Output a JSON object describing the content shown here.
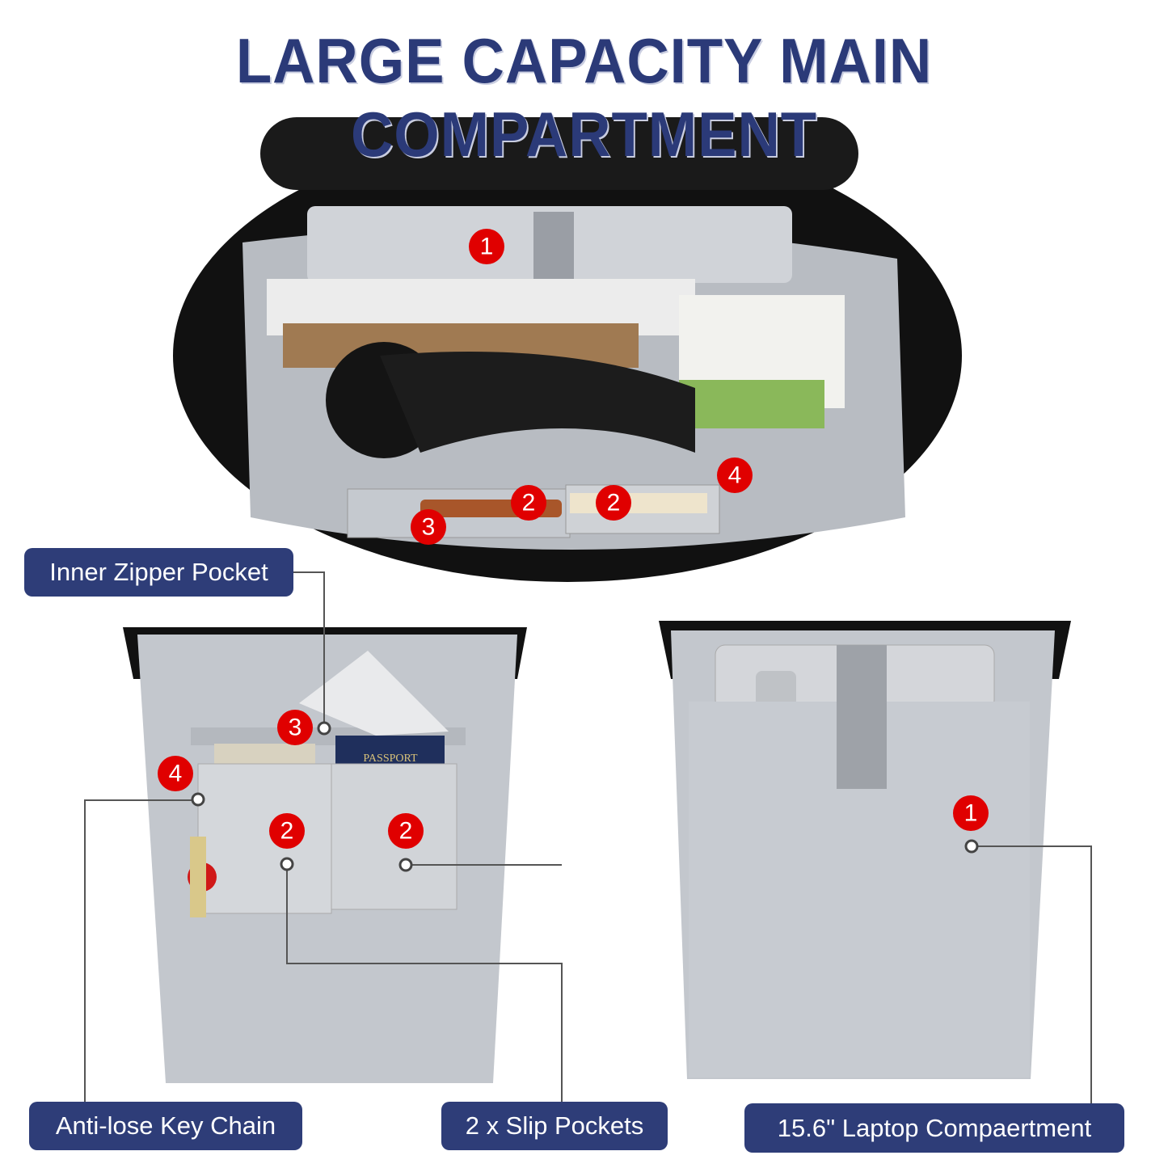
{
  "title": "LARGE CAPACITY MAIN COMPARTMENT",
  "labels": {
    "inner_zipper_pocket": "Inner Zipper Pocket",
    "key_chain": "Anti-lose Key Chain",
    "slip_pockets": "2 x Slip Pockets",
    "laptop": "15.6\"  Laptop Compaertment"
  },
  "markers": {
    "top": [
      "1",
      "2",
      "2",
      "3",
      "4"
    ],
    "left": [
      "3",
      "4",
      "2",
      "2"
    ],
    "right": [
      "1"
    ]
  },
  "passport_text": "PASSPORT",
  "colors": {
    "brand": "#2e3d78",
    "marker": "#e00000",
    "lining": "#c2c6cc"
  }
}
